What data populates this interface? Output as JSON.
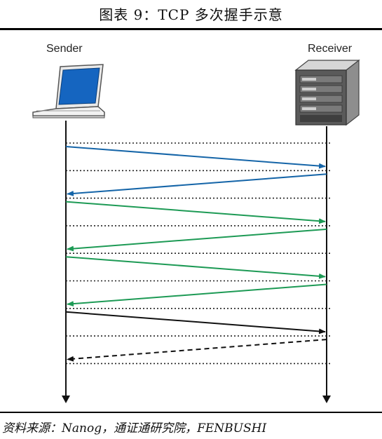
{
  "title": "图表 9：TCP 多次握手示意",
  "sender_label": "Sender",
  "receiver_label": "Receiver",
  "source": "资料来源：Nanog，通证通研究院，FENBUSHI",
  "colors": {
    "blue": "#1565a8",
    "green": "#1d9a55",
    "black": "#111111"
  },
  "messages": [
    {
      "direction": "sender-to-receiver",
      "color": "blue",
      "style": "solid"
    },
    {
      "direction": "receiver-to-sender",
      "color": "blue",
      "style": "solid"
    },
    {
      "direction": "sender-to-receiver",
      "color": "green",
      "style": "solid"
    },
    {
      "direction": "receiver-to-sender",
      "color": "green",
      "style": "solid"
    },
    {
      "direction": "sender-to-receiver",
      "color": "green",
      "style": "solid"
    },
    {
      "direction": "receiver-to-sender",
      "color": "green",
      "style": "solid"
    },
    {
      "direction": "sender-to-receiver",
      "color": "black",
      "style": "solid"
    },
    {
      "direction": "receiver-to-sender",
      "color": "black",
      "style": "dashed"
    }
  ]
}
